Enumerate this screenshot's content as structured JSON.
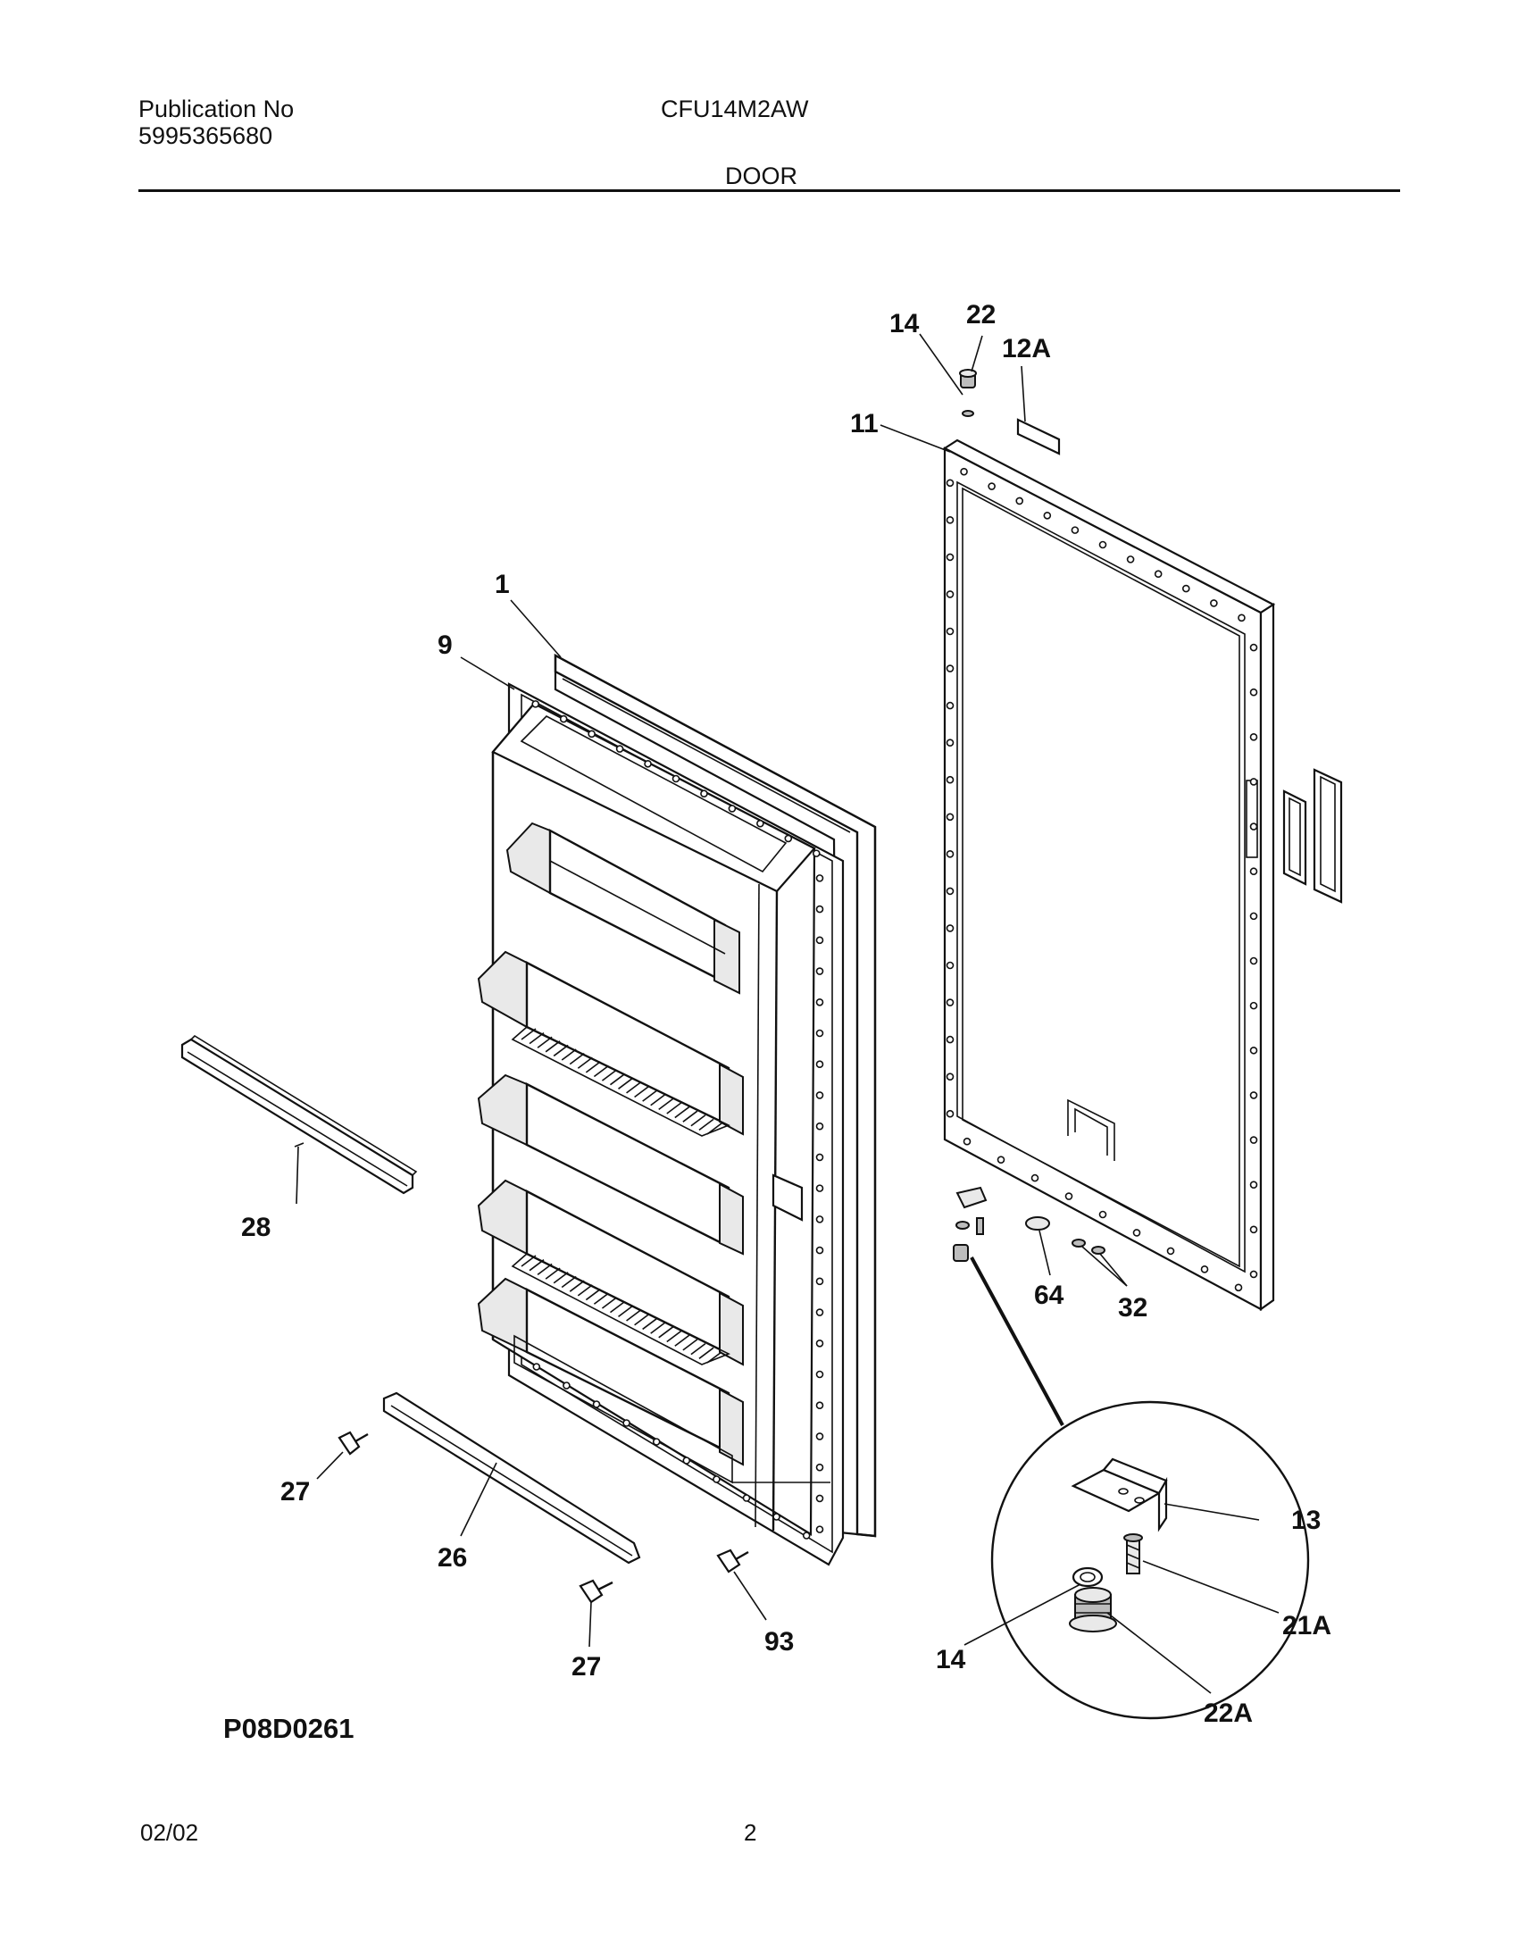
{
  "header": {
    "publication_label": "Publication No",
    "publication_number": "5995365680",
    "model": "CFU14M2AW",
    "section": "DOOR"
  },
  "diagram": {
    "figure_code": "P08D0261",
    "callouts": {
      "c1": "1",
      "c9": "9",
      "c11": "11",
      "c14a": "14",
      "c22": "22",
      "c12a": "12A",
      "c28": "28",
      "c64": "64",
      "c32": "32",
      "c27a": "27",
      "c26": "26",
      "c27b": "27",
      "c93": "93",
      "c13": "13",
      "c21a": "21A",
      "c14b": "14",
      "c22a": "22A"
    }
  },
  "footer": {
    "date": "02/02",
    "page": "2"
  }
}
